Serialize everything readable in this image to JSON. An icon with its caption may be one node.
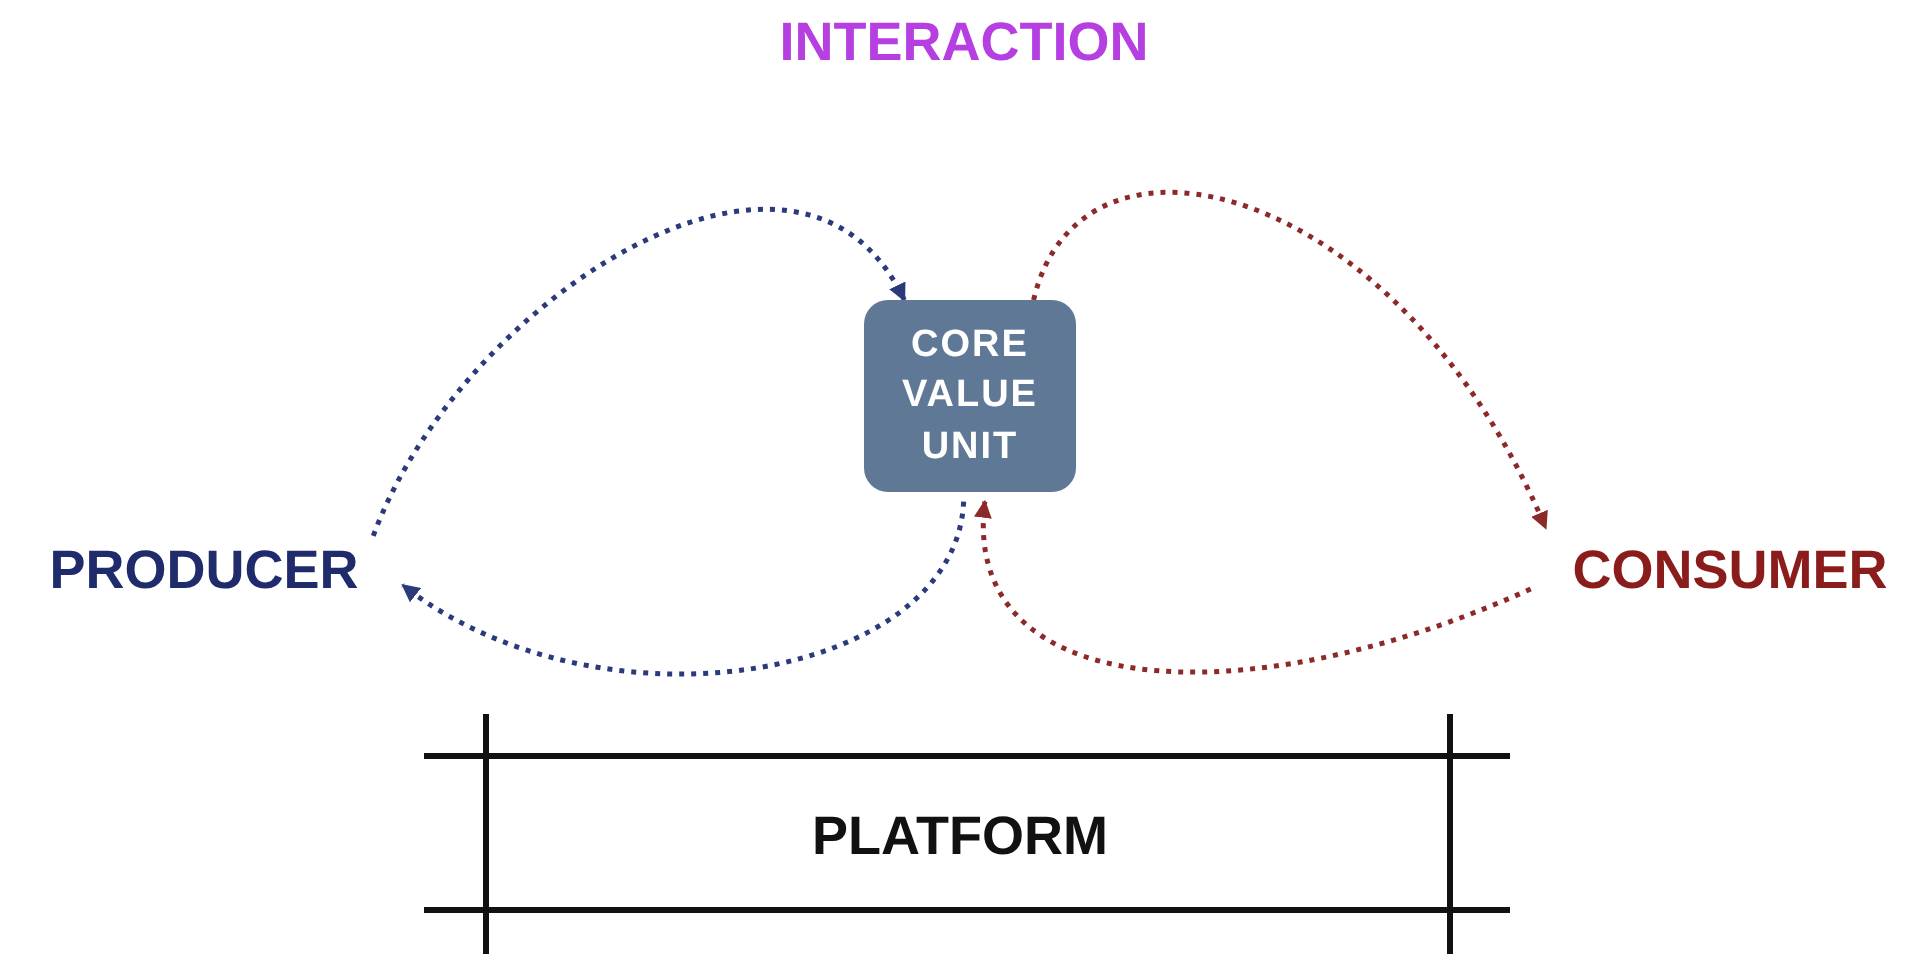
{
  "diagram": {
    "title": "INTERACTION",
    "nodes": [
      {
        "text": [
          "PRODUCER"
        ]
      },
      {
        "text": [
          "CORE VALUE UNIT"
        ]
      },
      {
        "text": [
          "CONSUMER"
        ]
      },
      {
        "text": [
          "PLATFORM"
        ]
      }
    ],
    "edges": [
      {
        "from": 0,
        "to": 1,
        "arrow": "to",
        "style": "dashed",
        "color": "#2a3a7a"
      },
      {
        "from": 1,
        "to": 0,
        "arrow": "to",
        "style": "dashed",
        "color": "#2a3a7a"
      },
      {
        "from": 1,
        "to": 2,
        "arrow": "to",
        "style": "dashed",
        "color": "#8c2a2a"
      },
      {
        "from": 2,
        "to": 1,
        "arrow": "to",
        "style": "dashed",
        "color": "#8c2a2a"
      }
    ]
  }
}
